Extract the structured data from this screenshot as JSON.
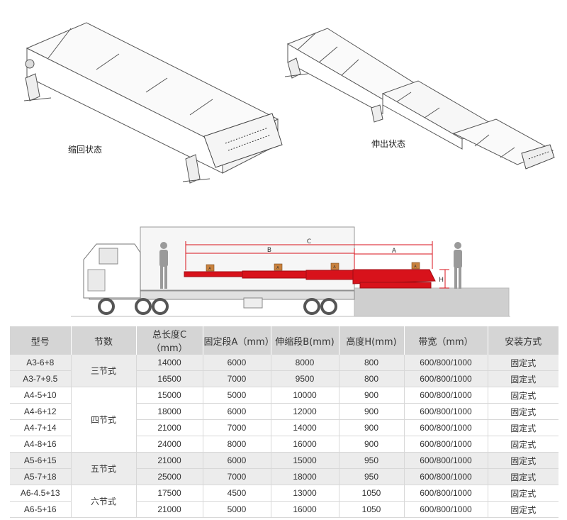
{
  "captions": {
    "retracted": "缩回状态",
    "extended": "伸出状态"
  },
  "diagram": {
    "label_c": "C",
    "label_b": "B",
    "label_a": "A",
    "label_h": "H",
    "box_label": "A",
    "conveyor_color": "#d8121b"
  },
  "table": {
    "headers": [
      "型号",
      "节数",
      "总长度C（mm）",
      "固定段A（mm）",
      "伸缩段B(mm)",
      "高度H(mm)",
      "带宽（mm）",
      "安装方式"
    ],
    "groups": [
      {
        "sections": "三节式",
        "rows": [
          [
            "A3-6+8",
            "14000",
            "6000",
            "8000",
            "800",
            "600/800/1000",
            "固定式"
          ],
          [
            "A3-7+9.5",
            "16500",
            "7000",
            "9500",
            "800",
            "600/800/1000",
            "固定式"
          ]
        ]
      },
      {
        "sections": "四节式",
        "rows": [
          [
            "A4-5+10",
            "15000",
            "5000",
            "10000",
            "900",
            "600/800/1000",
            "固定式"
          ],
          [
            "A4-6+12",
            "18000",
            "6000",
            "12000",
            "900",
            "600/800/1000",
            "固定式"
          ],
          [
            "A4-7+14",
            "21000",
            "7000",
            "14000",
            "900",
            "600/800/1000",
            "固定式"
          ],
          [
            "A4-8+16",
            "24000",
            "8000",
            "16000",
            "900",
            "600/800/1000",
            "固定式"
          ]
        ]
      },
      {
        "sections": "五节式",
        "rows": [
          [
            "A5-6+15",
            "21000",
            "6000",
            "15000",
            "950",
            "600/800/1000",
            "固定式"
          ],
          [
            "A5-7+18",
            "25000",
            "7000",
            "18000",
            "950",
            "600/800/1000",
            "固定式"
          ]
        ]
      },
      {
        "sections": "六节式",
        "rows": [
          [
            "A6-4.5+13",
            "17500",
            "4500",
            "13000",
            "1050",
            "600/800/1000",
            "固定式"
          ],
          [
            "A6-5+16",
            "21000",
            "5000",
            "16000",
            "1050",
            "600/800/1000",
            "固定式"
          ]
        ]
      }
    ]
  }
}
